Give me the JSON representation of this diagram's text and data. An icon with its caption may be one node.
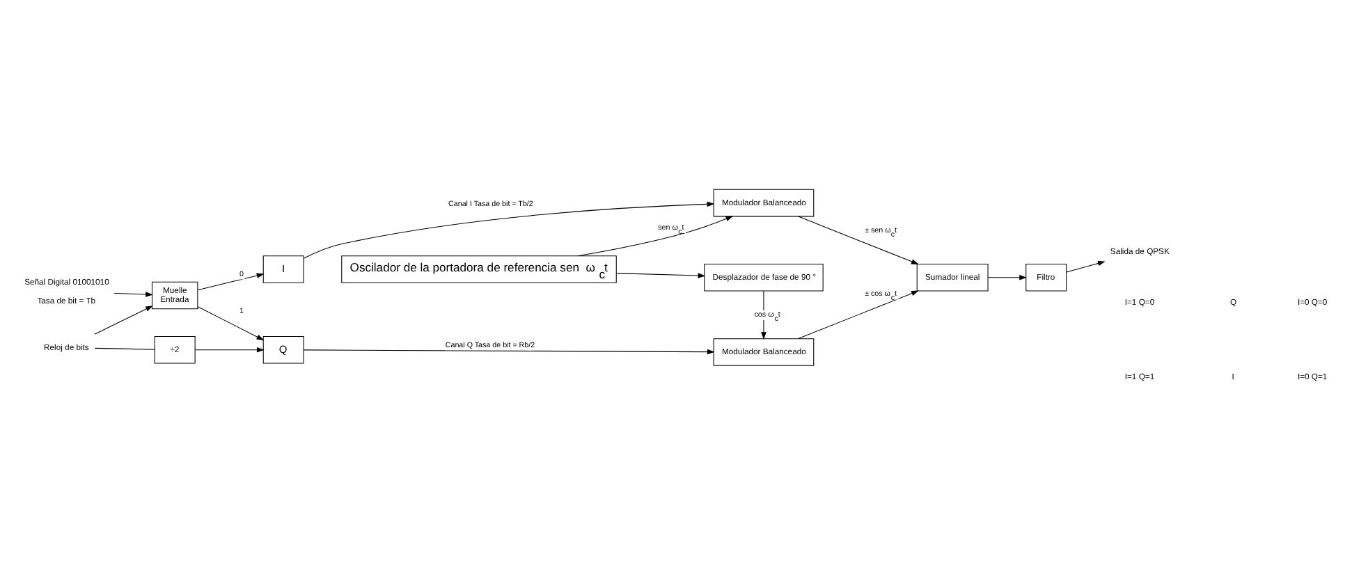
{
  "diagram": {
    "nodes": [
      {
        "text": [
          "Señal Digital 01001010"
        ],
        "beside": [
          "Tasa de bit = Tb"
        ]
      },
      {
        "text": [
          "Muelle",
          "Entrada"
        ]
      },
      {
        "text": [
          "I"
        ]
      },
      {
        "text": [
          "Q"
        ]
      },
      {
        "text": [
          "Reloj de bits"
        ]
      },
      {
        "text": [
          "÷2"
        ]
      },
      {
        "text": [
          "Modulador Balanceado"
        ]
      },
      {
        "text": [
          "Oscilador de la portadora de referencia sen  ω$_{c}$t"
        ]
      },
      {
        "text": [
          "Desplazador de fase de 90 °"
        ]
      },
      {
        "text": [
          "Modulador Balanceado"
        ]
      },
      {
        "text": [
          "Sumador lineal"
        ]
      },
      {
        "text": [
          "Filtro"
        ]
      },
      {
        "text": [
          "Salida de QPSK"
        ]
      }
    ],
    "edges": [
      {
        "from": 0,
        "to": 1,
        "arrow": "to"
      },
      {
        "from": 1,
        "to": 2,
        "label": "0",
        "arrow": "to"
      },
      {
        "from": 1,
        "to": 3,
        "label": "1",
        "arrow": "to"
      },
      {
        "from": 4,
        "to": 1,
        "arrow": "to"
      },
      {
        "from": 4,
        "to": 5,
        "arrow": "none"
      },
      {
        "from": 5,
        "to": 3,
        "arrow": "to"
      },
      {
        "from": 2,
        "to": 6,
        "label": "Canal I Tasa de bit = Tb/2",
        "arrow": "to"
      },
      {
        "from": 3,
        "to": 9,
        "label": "Canal Q Tasa de bit = Rb/2",
        "arrow": "to"
      },
      {
        "from": 7,
        "to": 6,
        "label": "sen ω$_{c}$t",
        "arrow": "to"
      },
      {
        "from": 7,
        "to": 8,
        "arrow": "to"
      },
      {
        "from": 8,
        "to": 9,
        "label": "cos ω$_{c}$t",
        "arrow": "to"
      },
      {
        "from": 6,
        "to": 10,
        "label": "± sen ω$_{c}$t",
        "arrow": "to"
      },
      {
        "from": 9,
        "to": 10,
        "label": "± cos ω$_{c}$t",
        "arrow": "to"
      },
      {
        "from": 10,
        "to": 11,
        "arrow": "to"
      },
      {
        "from": 11,
        "to": 12,
        "arrow": "to"
      }
    ],
    "labels": [
      "Q",
      "I=1 Q=0",
      "I=0 Q=0",
      "I",
      "I=1 Q=1",
      "I=0 Q=1"
    ]
  }
}
